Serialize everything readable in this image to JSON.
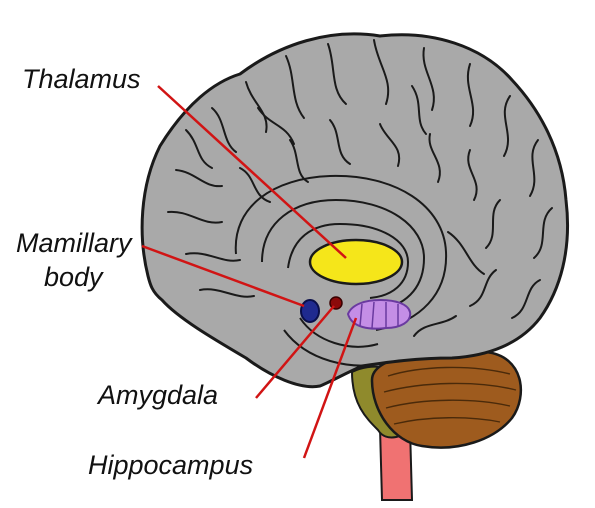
{
  "labels": {
    "thalamus": "Thalamus",
    "mamillary_line1": "Mamillary",
    "mamillary_line2": "body",
    "amygdala": "Amygdala",
    "hippocampus": "Hippocampus"
  },
  "colors": {
    "cortex": "#a9a9a9",
    "outline": "#1a1a1a",
    "thalamus": "#f5e61a",
    "mamillary_body": "#1f2a8f",
    "amygdala": "#8b0a0a",
    "hippocampus": "#c48ee6",
    "cerebellum": "#9e5b1e",
    "brainstem": "#8f8a2c",
    "spinal_cord": "#f07272",
    "pointer_line": "#d11414"
  }
}
